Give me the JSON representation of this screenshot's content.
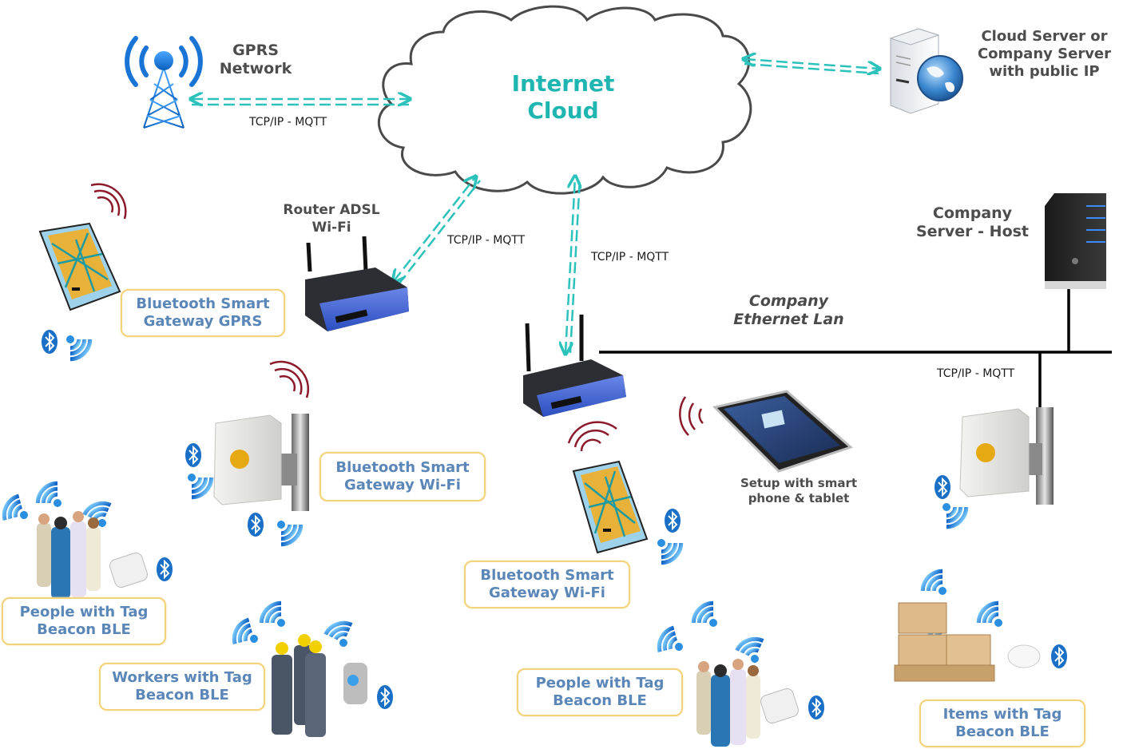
{
  "diagram": {
    "title": "Bluetooth Smart Gateway network architecture",
    "cloud": {
      "line1": "Internet",
      "line2": "Cloud"
    },
    "nodes": {
      "gprs_network": {
        "line1": "GPRS",
        "line2": "Network"
      },
      "cloud_server": {
        "line1": "Cloud Server or",
        "line2": "Company Server",
        "line3": "with public IP"
      },
      "router_adsl": {
        "line1": "Router ADSL",
        "line2": "Wi-Fi"
      },
      "company_server": {
        "line1": "Company",
        "line2": "Server - Host"
      },
      "ethernet_lan": {
        "line1": "Company",
        "line2": "Ethernet Lan"
      },
      "setup": {
        "line1": "Setup with smart",
        "line2": "phone & tablet"
      }
    },
    "protocol_labels": [
      "TCP/IP - MQTT",
      "TCP/IP - MQTT",
      "TCP/IP - MQTT",
      "TCP/IP - MQTT"
    ],
    "boxes": {
      "gateway_gprs": {
        "line1": "Bluetooth Smart",
        "line2": "Gateway GPRS"
      },
      "gateway_wifi_1": {
        "line1": "Bluetooth Smart",
        "line2": "Gateway Wi-Fi"
      },
      "gateway_wifi_2": {
        "line1": "Bluetooth Smart",
        "line2": "Gateway Wi-Fi"
      },
      "people_1": {
        "line1": "People with Tag",
        "line2": "Beacon BLE"
      },
      "workers": {
        "line1": "Workers with Tag",
        "line2": "Beacon BLE"
      },
      "people_2": {
        "line1": "People with Tag",
        "line2": "Beacon BLE"
      },
      "items": {
        "line1": "Items with Tag",
        "line2": "Beacon BLE"
      }
    },
    "colors": {
      "link_arrow": "#2cc2bc",
      "cloud_text": "#1fb5b0",
      "box_border": "#f2d27a",
      "box_text": "#5a86b8",
      "wifi_signal": "#8b1a2b",
      "bluetooth": "#1a6fc7",
      "ble_wave": "#2a8fe0"
    }
  }
}
